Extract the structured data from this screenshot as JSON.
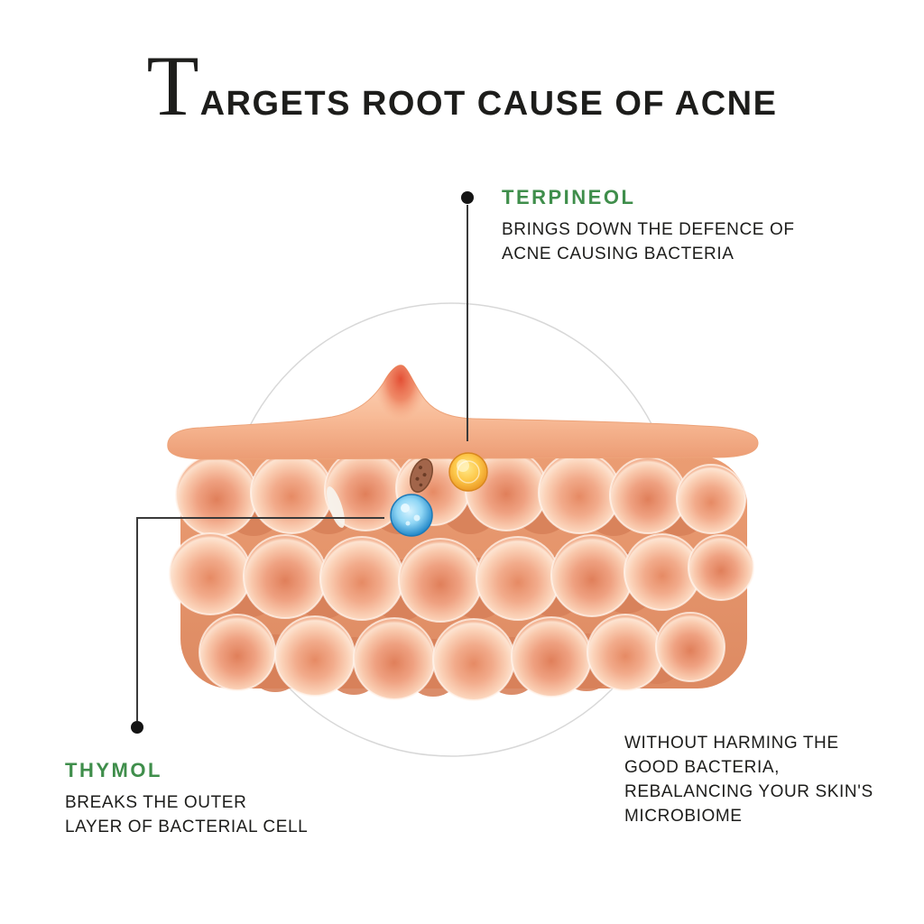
{
  "title": {
    "full": "TARGETS ROOT CAUSE OF ACNE",
    "dropcap": "T",
    "rest": "ARGETS ROOT CAUSE OF ACNE"
  },
  "callouts": {
    "terpineol": {
      "heading": "TERPINEOL",
      "lines": [
        "BRINGS DOWN THE DEFENCE OF",
        "ACNE CAUSING BACTERIA"
      ]
    },
    "thymol": {
      "heading": "THYMOL",
      "lines": [
        "BREAKS THE OUTER",
        "LAYER OF BACTERIAL CELL"
      ]
    },
    "microbiome_note": {
      "lines": [
        "WITHOUT HARMING THE",
        "GOOD BACTERIA,",
        "REBALANCING YOUR SKIN'S",
        "MICROBIOME"
      ]
    }
  },
  "colors": {
    "accent_green": "#3f8e4b",
    "text": "#1d1d1b",
    "skin_light": "#fcd3b8",
    "skin_deep": "#ef9e78",
    "bump_red": "#e2482e",
    "terpineol_yellow": "#f5b32e",
    "thymol_blue": "#2e9fd8",
    "circle_outline": "#d8d8d8"
  }
}
